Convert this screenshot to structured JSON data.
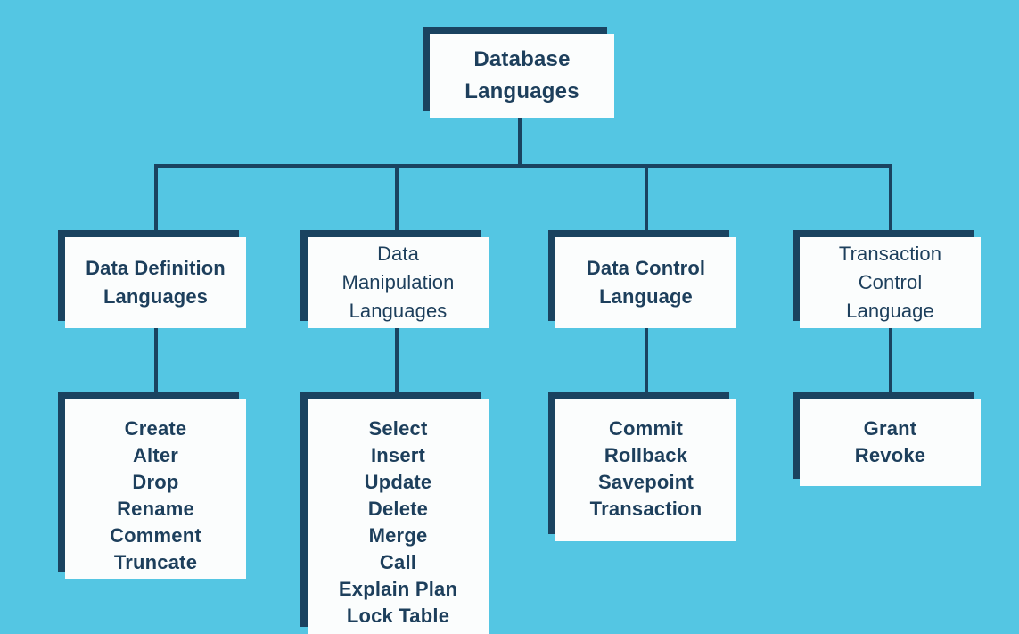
{
  "colors": {
    "background": "#54c6e3",
    "box_fill": "#fbfdfd",
    "shadow_navy": "#1a4360",
    "text_navy": "#1d3f5c"
  },
  "diagram": {
    "title": "Database Languages",
    "type": "hierarchy-tree",
    "root": {
      "lines": [
        "Database",
        "Languages"
      ]
    },
    "categories": [
      {
        "id": "ddl",
        "lines": [
          "Data Definition",
          "Languages"
        ],
        "items": [
          "Create",
          "Alter",
          "Drop",
          "Rename",
          "Comment",
          "Truncate"
        ]
      },
      {
        "id": "dml",
        "lines": [
          "Data",
          "Manipulation",
          "Languages"
        ],
        "items": [
          "Select",
          "Insert",
          "Update",
          "Delete",
          "Merge",
          "Call",
          "Explain Plan",
          "Lock Table"
        ]
      },
      {
        "id": "dcl",
        "lines": [
          "Data Control",
          "Language"
        ],
        "items": [
          "Commit",
          "Rollback",
          "Savepoint",
          "Transaction"
        ]
      },
      {
        "id": "tcl",
        "lines": [
          "Transaction",
          "Control",
          "Language"
        ],
        "items": [
          "Grant",
          "Revoke"
        ]
      }
    ]
  }
}
